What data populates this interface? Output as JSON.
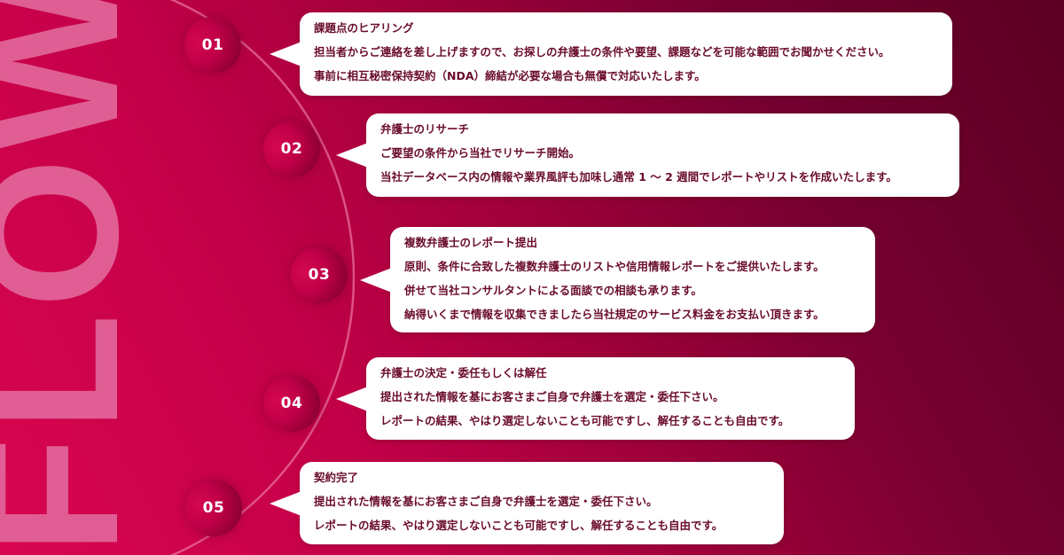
{
  "background_word": "FLOW",
  "colors": {
    "background_light": "#d8064f",
    "background_dark": "#5c0022",
    "flow_text": "#e2669a",
    "bubble_bg": "#ffffff",
    "bubble_text": "#6a0c2c",
    "circle_text": "#ffffff",
    "arc_line": "#e8709e"
  },
  "steps": [
    {
      "number": "01",
      "title": "課題点のヒアリング",
      "lines": [
        "担当者からご連絡を差し上げますので、お探しの弁護士の条件や要望、課題などを可能な範囲でお聞かせください。",
        "事前に相互秘密保持契約（NDA）締結が必要な場合も無償で対応いたします。"
      ]
    },
    {
      "number": "02",
      "title": "弁護士のリサーチ",
      "lines": [
        "ご要望の条件から当社でリサーチ開始。",
        "当社データベース内の情報や業界風評も加味し通常 1 ～ 2 週間でレポートやリストを作成いたします。"
      ]
    },
    {
      "number": "03",
      "title": "複数弁護士のレポート提出",
      "lines": [
        "原則、条件に合致した複数弁護士のリストや信用情報レポートをご提供いたします。",
        "併せて当社コンサルタントによる面談での相談も承ります。",
        "納得いくまで情報を収集できましたら当社規定のサービス料金をお支払い頂きます。"
      ]
    },
    {
      "number": "04",
      "title": "弁護士の決定・委任もしくは解任",
      "lines": [
        "提出された情報を基にお客さまご自身で弁護士を選定・委任下さい。",
        "レポートの結果、やはり選定しないことも可能ですし、解任することも自由です。"
      ]
    },
    {
      "number": "05",
      "title": "契約完了",
      "lines": [
        "提出された情報を基にお客さまご自身で弁護士を選定・委任下さい。",
        "レポートの結果、やはり選定しないことも可能ですし、解任することも自由です。"
      ]
    }
  ]
}
